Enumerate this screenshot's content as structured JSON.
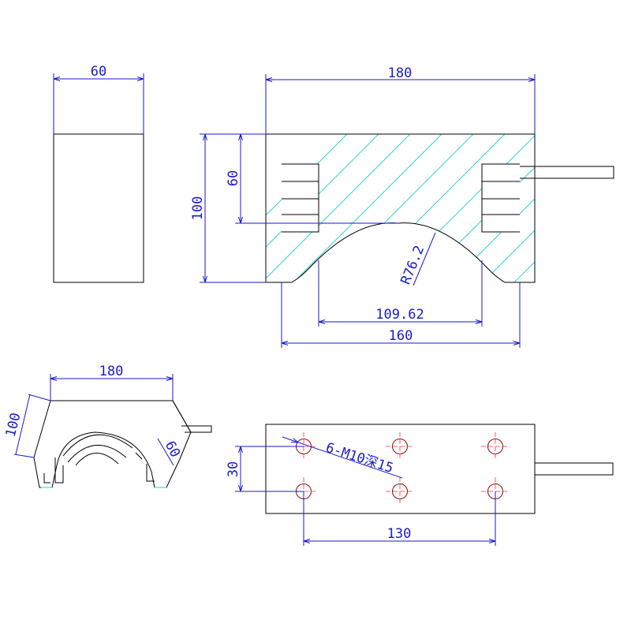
{
  "dimensions": {
    "side_width": "60",
    "front_length": "180",
    "front_height": "100",
    "front_depth": "60",
    "radius": "R76.2",
    "chord": "109.62",
    "inner_width": "160",
    "iso_length": "180",
    "iso_height": "100",
    "iso_depth": "60",
    "hole_spacing_y": "30",
    "holes_note": "6-M10深15",
    "hole_spacing_x": "130"
  },
  "colors": {
    "outline": "#000000",
    "dimension": "#1a1acc",
    "hatch": "#2fd3d3",
    "centerline": "#ff3030",
    "hole": "#8b1a1a"
  }
}
